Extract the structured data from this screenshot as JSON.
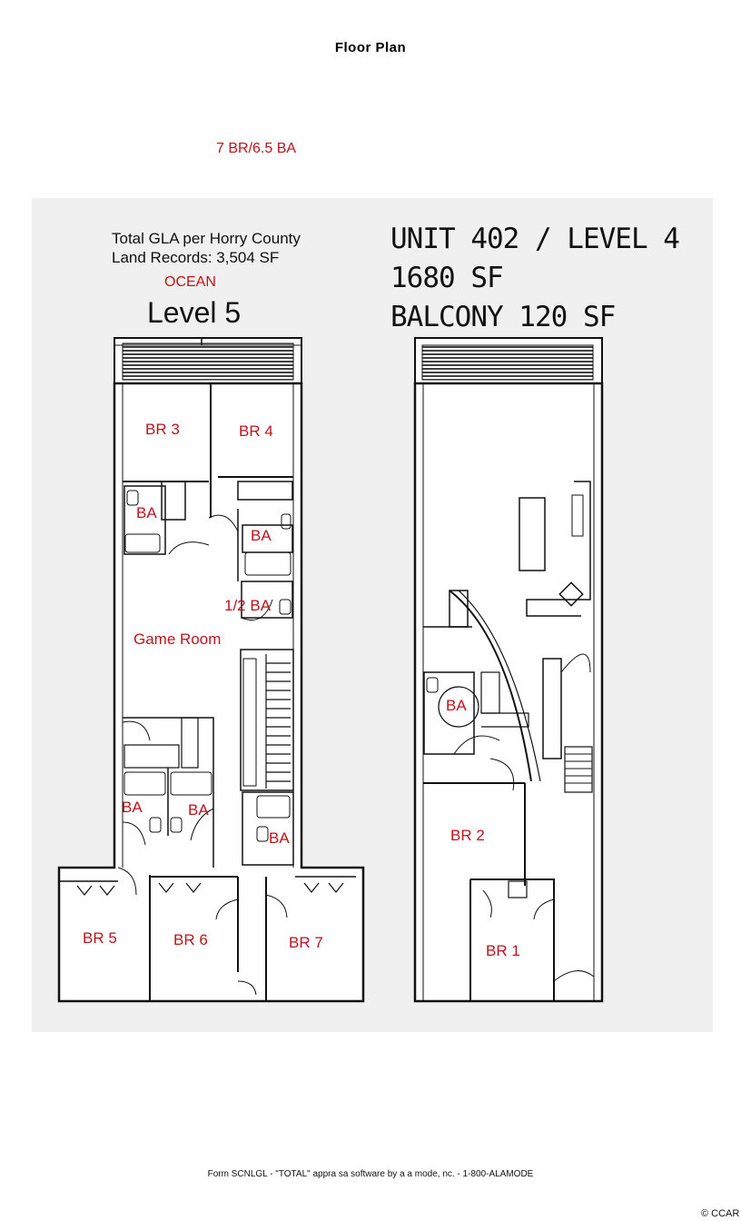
{
  "document": {
    "title": "Floor Plan",
    "summary": "7 BR/6.5 BA",
    "footer": "Form SCNLGL - \"TOTAL\" appra sa software by a a mode, nc. - 1-800-ALAMODE",
    "copyright": "© CCAR"
  },
  "left_plan": {
    "gla_line1": "Total GLA per Horry County",
    "gla_line2": "Land Records: 3,504 SF",
    "ocean_label": "OCEAN",
    "level_label": "Level 5",
    "rooms": {
      "br3": "BR 3",
      "br4": "BR 4",
      "ba_a": "BA",
      "ba_b": "BA",
      "half_ba": "1/2 BA",
      "game_room": "Game Room",
      "ba_c": "BA",
      "ba_d": "BA",
      "ba_e": "BA",
      "br5": "BR 5",
      "br6": "BR 6",
      "br7": "BR 7"
    }
  },
  "right_plan": {
    "unit_line": "UNIT 402 / LEVEL 4",
    "area_line": "1680 SF",
    "balcony_line": "BALCONY 120 SF",
    "rooms": {
      "ba": "BA",
      "br2": "BR 2",
      "br1": "BR 1"
    }
  },
  "colors": {
    "room_label": "#c0141a",
    "panel_background": "#f0f0f0",
    "line": "#111111"
  }
}
